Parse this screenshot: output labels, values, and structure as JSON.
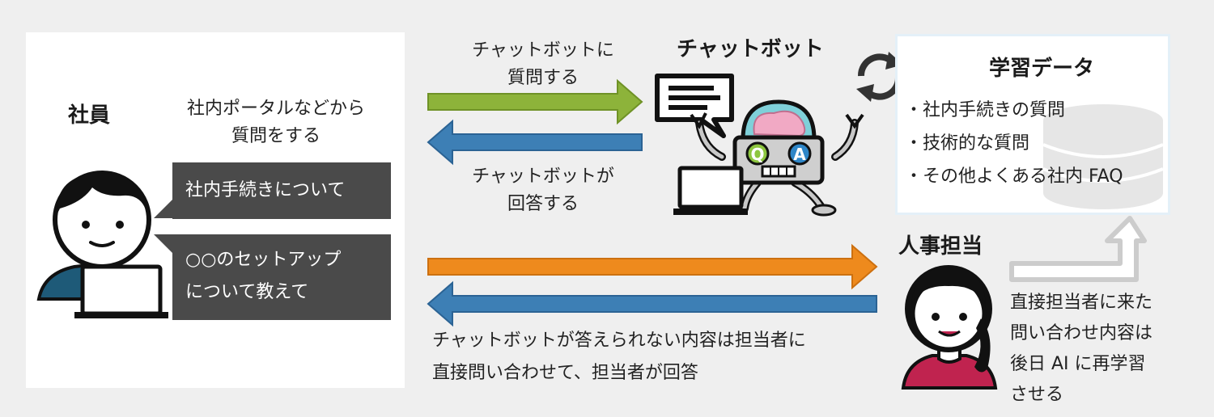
{
  "employee": {
    "title": "社員",
    "question_line1": "社内ポータルなどから",
    "question_line2": "質問をする",
    "bubble1": "社内手続きについて",
    "bubble2_line1": "○○のセットアップ",
    "bubble2_line2": "について教えて"
  },
  "chatbot": {
    "title": "チャットボット",
    "ask_line1": "チャットボットに",
    "ask_line2": "質問する",
    "answer_line1": "チャットボットが",
    "answer_line2": "回答する",
    "qa_q": "Q",
    "qa_a": "A"
  },
  "training_data": {
    "title": "学習データ",
    "items": [
      "・社内手続きの質問",
      "・技術的な質問",
      "・その他よくある社内 FAQ"
    ]
  },
  "hr": {
    "title": "人事担当",
    "note_line1": "直接担当者に来た",
    "note_line2": "問い合わせ内容は",
    "note_line3": "後日 AI に再学習",
    "note_line4": "させる"
  },
  "direct": {
    "line1": "チャットボットが答えられない内容は担当者に",
    "line2": "直接問い合わせて、担当者が回答"
  },
  "colors": {
    "green_arrow": "#8db33a",
    "blue_arrow": "#3d7fb5",
    "orange_arrow": "#ee8a1d",
    "gray_arrow": "#cccccc",
    "bubble": "#4a4a4a",
    "hr_shirt": "#c0234f",
    "employee_shirt": "#1e5a78"
  }
}
